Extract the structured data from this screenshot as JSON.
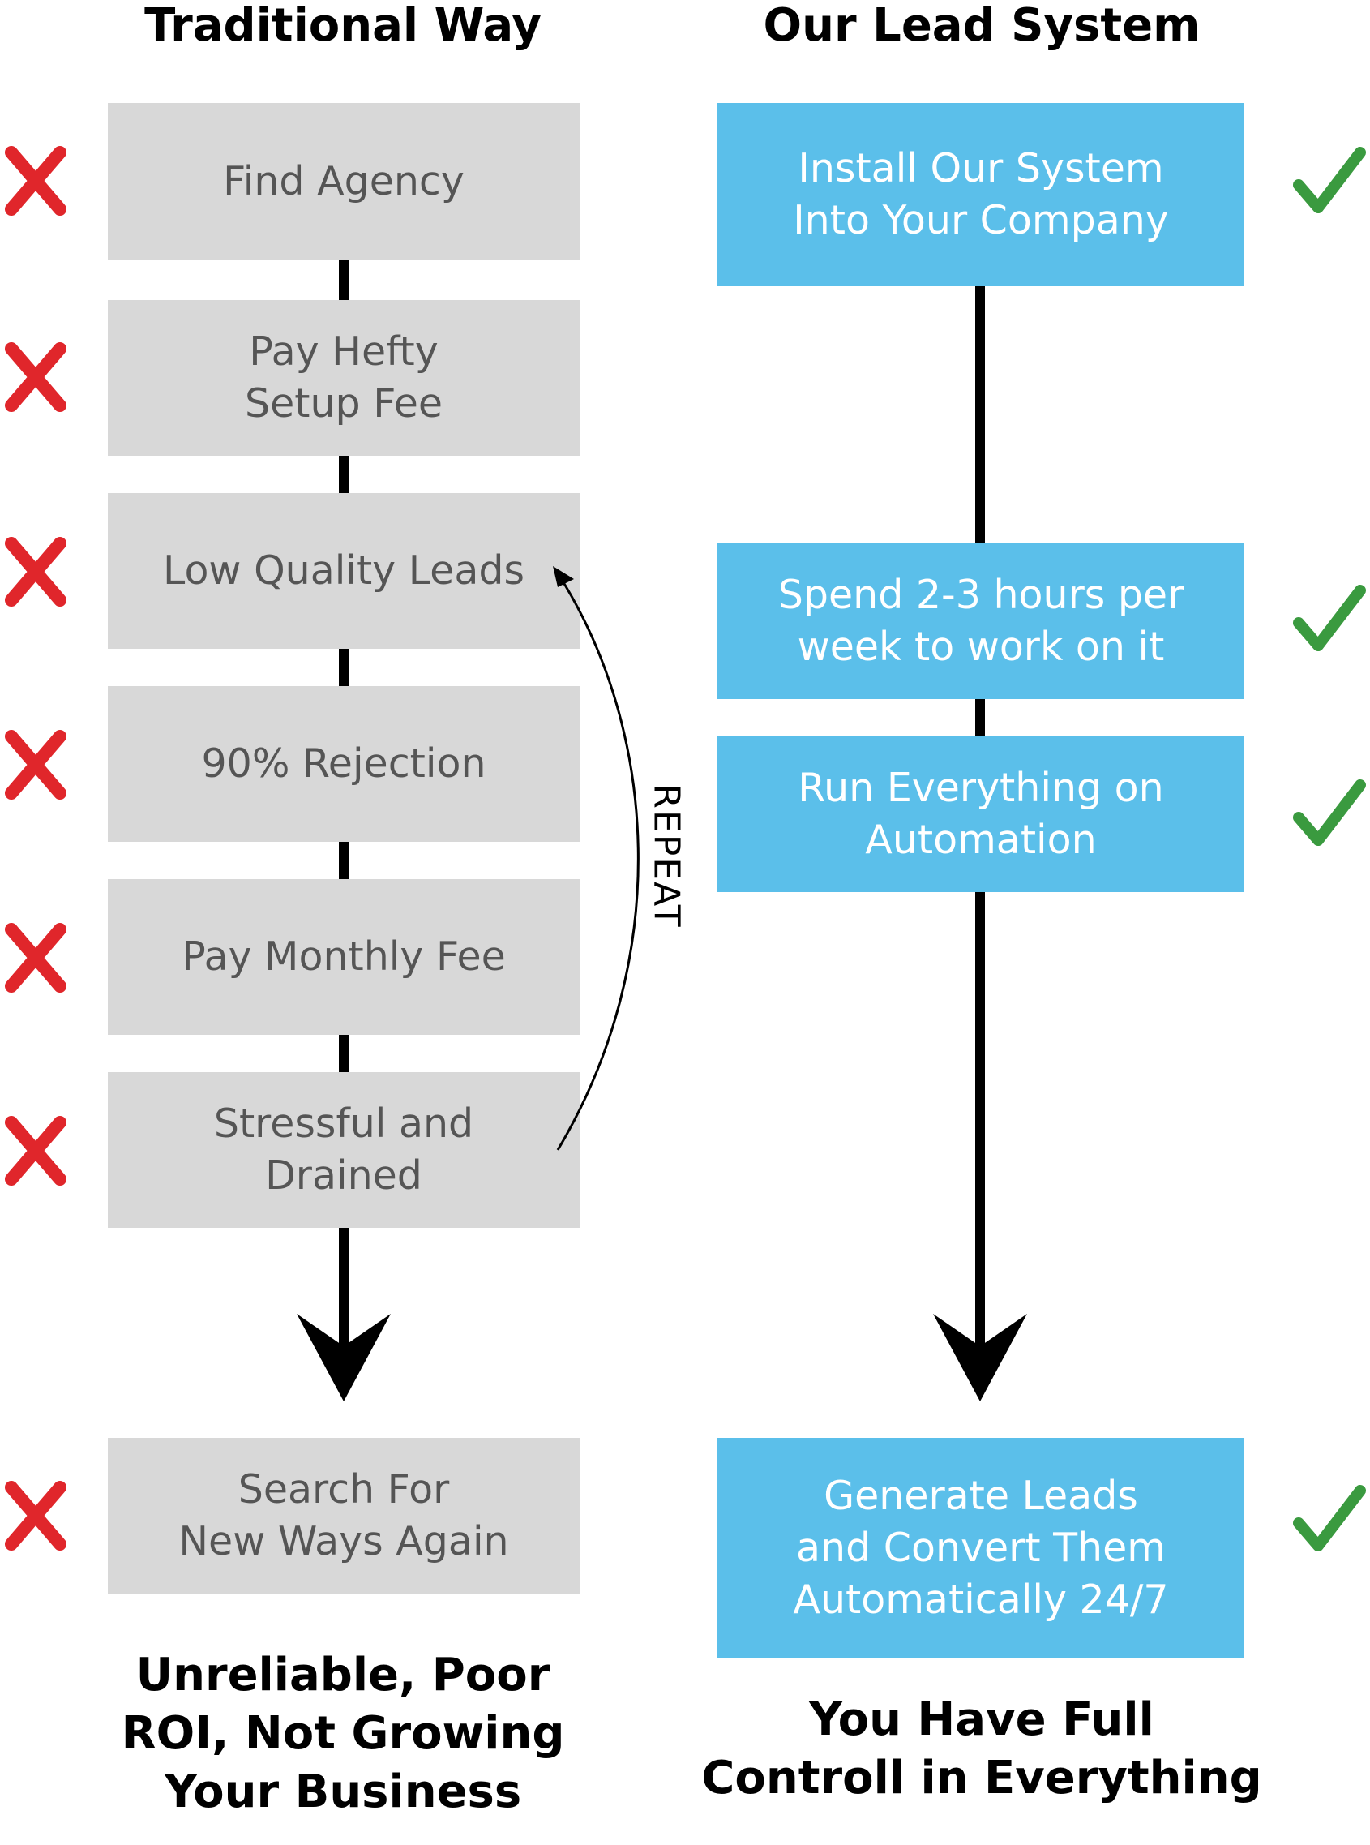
{
  "left": {
    "heading": "Traditional Way",
    "steps": [
      "Find Agency",
      "Pay Hefty\nSetup Fee",
      "Low Quality Leads",
      "90% Rejection",
      "Pay Monthly Fee",
      "Stressful and\nDrained"
    ],
    "final_step": "Search For\nNew Ways Again",
    "loop_label": "REPEAT",
    "outcome": "Unreliable, Poor\nROI, Not Growing\nYour Business",
    "icon": "cross-icon"
  },
  "right": {
    "heading": "Our Lead System",
    "steps": [
      "Install Our System\nInto Your Company",
      "Spend 2-3 hours per\nweek to work on it",
      "Run Everything on\nAutomation"
    ],
    "final_step": "Generate Leads\nand Convert Them\nAutomatically 24/7",
    "outcome": "You Have Full\nControll in Everything",
    "icon": "check-icon"
  },
  "colors": {
    "gray_box": "#d8d8d8",
    "gray_text": "#555555",
    "blue_box": "#5bbfea",
    "cross": "#e0262b",
    "check": "#3a9a3f"
  }
}
